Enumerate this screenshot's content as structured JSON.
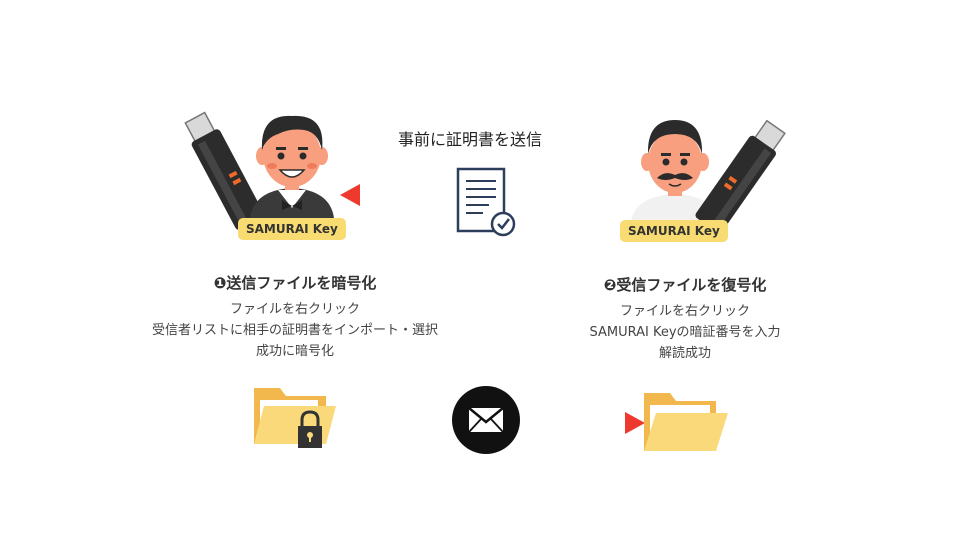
{
  "top_caption": "事前に証明書を送信",
  "left": {
    "key_label": "SAMURAI Key",
    "step_title": "❶送信ファイルを暗号化",
    "lines": [
      "ファイルを右クリック",
      "受信者リストに相手の証明書をインポート・選択",
      "成功に暗号化"
    ]
  },
  "right": {
    "key_label": "SAMURAI Key",
    "step_title": "❷受信ファイルを復号化",
    "lines": [
      "ファイルを右クリック",
      "SAMURAI Keyの暗証番号を入力",
      "解読成功"
    ]
  },
  "colors": {
    "arrow_red": "#ee3a2e",
    "arrow_orange": "#f7934c",
    "key_yellow": "#f8dc72",
    "folder_yellow": "#f9d97a",
    "folder_back": "#f2b84e",
    "skin": "#f79f7e",
    "hair": "#2b2b2b"
  },
  "icons": [
    "usb-key-icon",
    "person-icon",
    "certificate-document-icon",
    "locked-folder-icon",
    "envelope-icon",
    "open-folder-icon"
  ]
}
